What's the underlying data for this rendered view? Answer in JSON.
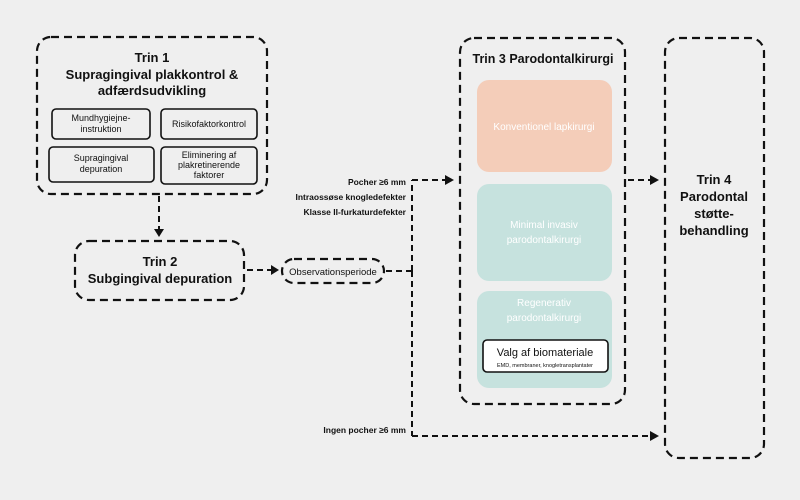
{
  "colors": {
    "background": "#efefef",
    "conventional": "#f4cdb9",
    "minimal": "#c6e2de",
    "regenerative": "#c6e2de",
    "stroke": "#111111"
  },
  "trin1": {
    "title": "Trin 1",
    "subtitle_line1": "Supragingival plakkontrol &",
    "subtitle_line2": "adfærdsudvikling",
    "boxes": {
      "hygiene_line1": "Mundhygiejne-",
      "hygiene_line2": "instruktion",
      "risk": "Risikofaktorkontrol",
      "supra_line1": "Supragingival",
      "supra_line2": "depuration",
      "elim_line1": "Eliminering af",
      "elim_line2": "plakretinerende",
      "elim_line3": "faktorer"
    }
  },
  "trin2": {
    "title": "Trin 2",
    "subtitle": "Subgingival depuration"
  },
  "observation": "Observationsperiode",
  "criteria": {
    "line1": "Pocher ≥6 mm",
    "line2": "Intraossøse knogledefekter",
    "line3": "Klasse II-furkaturdefekter",
    "none": "Ingen pocher ≥6 mm"
  },
  "trin3": {
    "title": "Trin 3 Parodontalkirurgi",
    "conventional": "Konventionel lapkirurgi",
    "minimal_line1": "Minimal invasiv",
    "minimal_line2": "parodontalkirurgi",
    "regen_line1": "Regenerativ",
    "regen_line2": "parodontalkirurgi",
    "biomaterial_title": "Valg af biomateriale",
    "biomaterial_sub": "EMD, membraner, knogletransplantater"
  },
  "trin4": {
    "title": "Trin 4",
    "line1": "Parodontal",
    "line2": "støtte-",
    "line3": "behandling"
  }
}
